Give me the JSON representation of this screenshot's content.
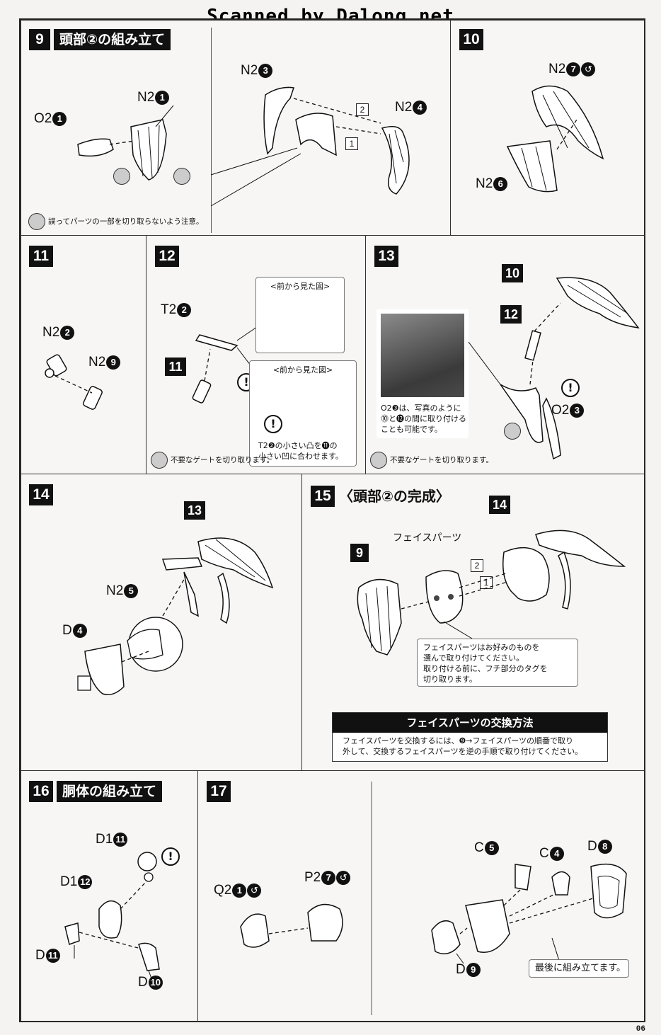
{
  "watermark": "Scanned by Dalong.net",
  "page_number": "06",
  "steps": {
    "s9": {
      "num": "9",
      "title": "頭部②の組み立て",
      "labels": {
        "o2_1": "O2",
        "o2_1c": "1",
        "n2_1": "N2",
        "n2_1c": "1",
        "n2_3": "N2",
        "n2_3c": "3",
        "n2_4": "N2",
        "n2_4c": "4"
      },
      "order1": "1",
      "order2": "2",
      "caution": "誤ってパーツの一部を切り取らないよう注意。"
    },
    "s10": {
      "num": "10",
      "labels": {
        "n2_7": "N2",
        "n2_7c": "7",
        "n2_6": "N2",
        "n2_6c": "6"
      }
    },
    "s11": {
      "num": "11",
      "labels": {
        "n2_2": "N2",
        "n2_2c": "2",
        "n2_9": "N2",
        "n2_9c": "9"
      }
    },
    "s12": {
      "num": "12",
      "labels": {
        "t2_2": "T2",
        "t2_2c": "2",
        "ref11": "11"
      },
      "callout_top_title": "<前から見た図>",
      "callout_bottom_title": "<前から見た図>",
      "callout_bottom_text1": "T2❷の小さい凸を⓫の",
      "callout_bottom_text2": "小さい凹に合わせます。",
      "gate_note": "不要なゲートを切り取ります。"
    },
    "s13": {
      "num": "13",
      "labels": {
        "ref10": "10",
        "ref12": "12",
        "o2_3": "O2",
        "o2_3c": "3"
      },
      "photo_text1": "O2❸は、写真のように",
      "photo_text2": "⓾と⓬の間に取り付ける",
      "photo_text3": "ことも可能です。",
      "gate_note": "不要なゲートを切り取ります。"
    },
    "s14": {
      "num": "14",
      "labels": {
        "ref13": "13",
        "n2_5": "N2",
        "n2_5c": "5",
        "d4": "D",
        "d4c": "4"
      }
    },
    "s15": {
      "num": "15",
      "title": "〈頭部②の完成〉",
      "labels": {
        "ref9": "9",
        "ref14": "14",
        "face": "フェイスパーツ"
      },
      "order1": "1",
      "order2": "2",
      "face_note1": "フェイスパーツはお好みのものを",
      "face_note2": "選んで取り付けてください。",
      "face_note3": "取り付ける前に、フチ部分のタグを",
      "face_note4": "切り取ります。",
      "exchange_title": "フェイスパーツの交換方法",
      "exchange_text1": "フェイスパーツを交換するには、❾→フェイスパーツの順番で取り",
      "exchange_text2": "外して、交換するフェイスパーツを逆の手順で取り付けてください。"
    },
    "s16": {
      "num": "16",
      "title": "胴体の組み立て",
      "labels": {
        "d1_11": "D1",
        "d1_11c": "11",
        "d1_12": "D1",
        "d1_12c": "12",
        "d11": "D",
        "d11c": "11",
        "d10": "D",
        "d10c": "10"
      }
    },
    "s17": {
      "num": "17",
      "labels": {
        "q2_1": "Q2",
        "q2_1c": "1",
        "p2_7": "P2",
        "p2_7c": "7",
        "c5": "C",
        "c5c": "5",
        "c4": "C",
        "c4c": "4",
        "d8": "D",
        "d8c": "8",
        "d9": "D",
        "d9c": "9"
      },
      "last_note": "最後に組み立てます。"
    }
  }
}
